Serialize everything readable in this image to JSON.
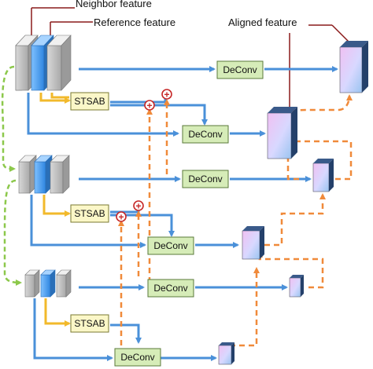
{
  "labels": {
    "neighbor": "Neighbor  feature",
    "reference": "Reference  feature",
    "aligned": "Aligned  feature"
  },
  "blocks": {
    "deconv": "DeConv",
    "stsab": "STSAB"
  },
  "operator_symbol": "+",
  "colors": {
    "blue_arrow": "#4a90d9",
    "orange_dashed": "#f08a3a",
    "green_dashed": "#8cc84b",
    "yellow_connector": "#f2b92b",
    "deconv_fill": "#d6ecb8",
    "stsab_fill": "#fbf7c8",
    "reference_frame": "#3f97ea",
    "neighbor_frame": "#b7b7b7",
    "aligned_gradient_start": "#e6b8f0",
    "aligned_gradient_end": "#9ac4f0",
    "callout_line": "#8a1a1a"
  }
}
